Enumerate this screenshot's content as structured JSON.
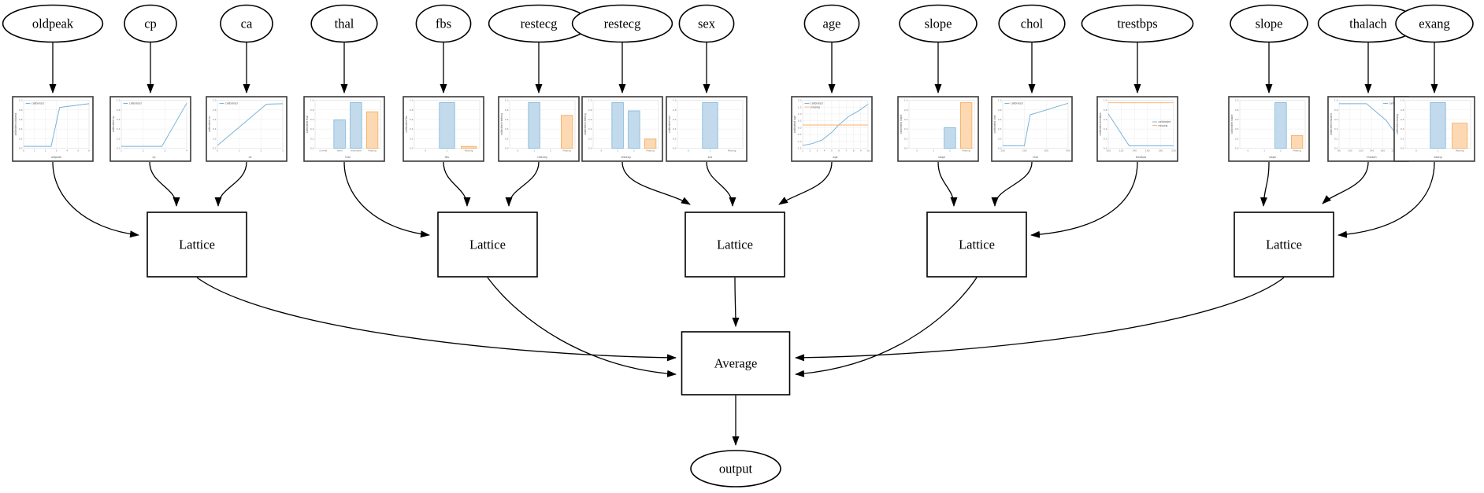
{
  "diagram": {
    "features": [
      "oldpeak",
      "cp",
      "ca",
      "thal",
      "fbs",
      "restecg",
      "restecg",
      "sex",
      "age",
      "slope",
      "chol",
      "trestbps",
      "slope",
      "thalach",
      "exang"
    ],
    "lattice_nodes": [
      "Lattice",
      "Lattice",
      "Lattice",
      "Lattice",
      "Lattice"
    ],
    "average_label": "Average",
    "output_label": "output"
  },
  "colors": {
    "calibrated_line": "#74b2d8",
    "missing_line": "#fcae6b",
    "bar_blue_fill": "#c3daec",
    "bar_blue_stroke": "#6baed6",
    "bar_orange_fill": "#fcd9b2",
    "bar_orange_stroke": "#f5a14f",
    "edge": "#000000",
    "node_fill": "#ffffff",
    "node_stroke": "#000000",
    "chart_border": "#3a3a3a",
    "grid": "#ebebeb",
    "tick_text": "#777777"
  },
  "chart_data": [
    {
      "feature": "oldpeak",
      "type": "line",
      "ylabel": "calibrated oldpeak",
      "xlabel": "oldpeak",
      "legend": [
        {
          "label": "calibrated",
          "color": "blue"
        }
      ],
      "legend_pos": "top-left",
      "xticks": [
        "0",
        "1",
        "2",
        "3",
        "4",
        "5",
        "6"
      ],
      "yticks": [
        "1.0",
        "0.8",
        "0.6",
        "0.4",
        "0.2",
        "0.0"
      ],
      "series": [
        {
          "name": "calibrated",
          "color": "blue",
          "points": [
            [
              0,
              0.04
            ],
            [
              0.42,
              0.04
            ],
            [
              0.55,
              0.88
            ],
            [
              1,
              0.96
            ]
          ]
        }
      ]
    },
    {
      "feature": "cp",
      "type": "line",
      "ylabel": "calibrated cp",
      "xlabel": "cp",
      "legend": [
        {
          "label": "calibrated",
          "color": "blue"
        }
      ],
      "legend_pos": "top-left",
      "xticks": [
        "1",
        "2",
        "3",
        "4"
      ],
      "yticks": [
        "1.0",
        "0.8",
        "0.6",
        "0.4",
        "0.2",
        "0.0"
      ],
      "series": [
        {
          "name": "calibrated",
          "color": "blue",
          "points": [
            [
              0,
              0.04
            ],
            [
              0.62,
              0.04
            ],
            [
              1,
              0.97
            ]
          ]
        }
      ]
    },
    {
      "feature": "ca",
      "type": "line",
      "ylabel": "calibrated ca",
      "xlabel": "ca",
      "legend": [
        {
          "label": "calibrated",
          "color": "blue"
        }
      ],
      "legend_pos": "top-left",
      "xticks": [
        "0",
        "1",
        "2",
        "3"
      ],
      "yticks": [
        "1.0",
        "0.8",
        "0.6",
        "0.4",
        "0.2",
        "0.0"
      ],
      "series": [
        {
          "name": "calibrated",
          "color": "blue",
          "points": [
            [
              0,
              0.06
            ],
            [
              0.75,
              0.95
            ],
            [
              1,
              0.96
            ]
          ]
        }
      ]
    },
    {
      "feature": "thal",
      "type": "bar",
      "ylabel": "calibrated thal",
      "xlabel": "thal",
      "categories": [
        "normal",
        "fixed",
        "reversible",
        "Missing"
      ],
      "values": [
        0,
        0.62,
        1.0,
        0.8
      ],
      "bar_colors": [
        "blue",
        "blue",
        "blue",
        "orange"
      ],
      "yticks": [
        "1.0",
        "0.8",
        "0.6",
        "0.4",
        "0.2",
        "0.0"
      ]
    },
    {
      "feature": "fbs",
      "type": "bar",
      "ylabel": "calibrated fbs",
      "xlabel": "fbs",
      "categories": [
        "0",
        "1",
        "Missing"
      ],
      "values": [
        0,
        1.0,
        0.04
      ],
      "bar_colors": [
        "blue",
        "blue",
        "orange"
      ],
      "yticks": [
        "1.0",
        "0.8",
        "0.6",
        "0.4",
        "0.2",
        "0.0"
      ]
    },
    {
      "feature": "restecg",
      "type": "bar",
      "ylabel": "calibrated restecg",
      "xlabel": "restecg",
      "categories": [
        "0",
        "1",
        "2",
        "Missing"
      ],
      "values": [
        0,
        1.0,
        0,
        0.72
      ],
      "bar_colors": [
        "blue",
        "blue",
        "blue",
        "orange"
      ],
      "yticks": [
        "1.0",
        "0.8",
        "0.6",
        "0.4",
        "0.2",
        "0.0"
      ]
    },
    {
      "feature": "restecg",
      "type": "bar",
      "ylabel": "calibrated restecg",
      "xlabel": "restecg",
      "categories": [
        "0",
        "1",
        "2",
        "Missing"
      ],
      "values": [
        0,
        1.0,
        0.82,
        0.2
      ],
      "bar_colors": [
        "blue",
        "blue",
        "blue",
        "orange"
      ],
      "yticks": [
        "1.0",
        "0.8",
        "0.6",
        "0.4",
        "0.2",
        "0.0"
      ]
    },
    {
      "feature": "sex",
      "type": "bar",
      "ylabel": "calibrated sex",
      "xlabel": "sex",
      "categories": [
        "0",
        "1",
        "Missing"
      ],
      "values": [
        0,
        1.0,
        0
      ],
      "bar_colors": [
        "blue",
        "blue",
        "orange"
      ],
      "yticks": [
        "1.0",
        "0.8",
        "0.6",
        "0.4",
        "0.2",
        "0.0"
      ]
    },
    {
      "feature": "age",
      "type": "line",
      "ylabel": "calibrated age",
      "xlabel": "age",
      "legend": [
        {
          "label": "calibrated",
          "color": "blue"
        },
        {
          "label": "missing",
          "color": "orange"
        }
      ],
      "legend_pos": "top-left",
      "xticks": [
        "1",
        "2",
        "3",
        "4",
        "5",
        "6",
        "7",
        "8",
        "9",
        "10"
      ],
      "yticks": [
        "2.0",
        "1.5",
        "1.0",
        "0.5",
        "0.0",
        "-0.5",
        "-1.0",
        "-1.5"
      ],
      "series": [
        {
          "name": "calibrated",
          "color": "blue",
          "points": [
            [
              0,
              0.06
            ],
            [
              0.15,
              0.1
            ],
            [
              0.3,
              0.18
            ],
            [
              0.45,
              0.35
            ],
            [
              0.55,
              0.5
            ],
            [
              0.7,
              0.68
            ],
            [
              0.85,
              0.8
            ],
            [
              1,
              0.95
            ]
          ]
        },
        {
          "name": "missing",
          "color": "orange",
          "points": [
            [
              0,
              0.5
            ],
            [
              1,
              0.5
            ]
          ]
        }
      ]
    },
    {
      "feature": "slope",
      "type": "bar",
      "ylabel": "calibrated slope",
      "xlabel": "slope",
      "categories": [
        "0",
        "1",
        "2",
        "Missing"
      ],
      "values": [
        0,
        0,
        0.45,
        1.0
      ],
      "bar_colors": [
        "blue",
        "blue",
        "blue",
        "orange"
      ],
      "yticks": [
        "1.0",
        "0.8",
        "0.6",
        "0.4",
        "0.2",
        "0.0"
      ]
    },
    {
      "feature": "chol",
      "type": "line",
      "ylabel": "calibrated chol",
      "xlabel": "chol",
      "legend": [
        {
          "label": "calibrated",
          "color": "blue"
        }
      ],
      "legend_pos": "top-left",
      "xticks": [
        "100",
        "200",
        "300",
        "400"
      ],
      "yticks": [
        "1.0",
        "0.8",
        "0.6",
        "0.4",
        "0.2",
        "0.0"
      ],
      "series": [
        {
          "name": "calibrated",
          "color": "blue",
          "points": [
            [
              0,
              0.05
            ],
            [
              0.33,
              0.05
            ],
            [
              0.42,
              0.72
            ],
            [
              1,
              0.97
            ]
          ]
        }
      ]
    },
    {
      "feature": "trestbps",
      "type": "line",
      "ylabel": "calibrated trestbps",
      "xlabel": "trestbps",
      "legend": [
        {
          "label": "calibrated",
          "color": "blue"
        },
        {
          "label": "missing",
          "color": "orange"
        }
      ],
      "legend_pos": "mid-right",
      "xticks": [
        "100",
        "120",
        "140",
        "160",
        "180",
        "200"
      ],
      "yticks": [
        "1.0",
        "0.8",
        "0.6",
        "0.4",
        "0.2",
        "0.0"
      ],
      "series": [
        {
          "name": "missing",
          "color": "orange",
          "points": [
            [
              0,
              0.98
            ],
            [
              1,
              0.98
            ]
          ]
        },
        {
          "name": "calibrated",
          "color": "blue",
          "points": [
            [
              0,
              0.74
            ],
            [
              0.32,
              0.05
            ],
            [
              1,
              0.05
            ]
          ]
        }
      ]
    },
    {
      "feature": "slope",
      "type": "bar",
      "ylabel": "calibrated slope",
      "xlabel": "slope",
      "categories": [
        "0",
        "1",
        "2",
        "Missing"
      ],
      "values": [
        0,
        0,
        1.0,
        0.28
      ],
      "bar_colors": [
        "blue",
        "blue",
        "blue",
        "orange"
      ],
      "yticks": [
        "1.0",
        "0.8",
        "0.6",
        "0.4",
        "0.2",
        "0.0"
      ]
    },
    {
      "feature": "thalach",
      "type": "line",
      "ylabel": "calibrated thalach",
      "xlabel": "thalach",
      "legend": [
        {
          "label": "calibrated",
          "color": "blue"
        }
      ],
      "legend_pos": "top-right",
      "xticks": [
        "80",
        "100",
        "120",
        "140",
        "160",
        "180",
        "200"
      ],
      "yticks": [
        "1.0",
        "0.8",
        "0.6",
        "0.4",
        "0.2",
        "0.0"
      ],
      "series": [
        {
          "name": "calibrated",
          "color": "blue",
          "points": [
            [
              0,
              0.96
            ],
            [
              0.42,
              0.96
            ],
            [
              0.72,
              0.6
            ],
            [
              1,
              0.05
            ]
          ]
        }
      ]
    },
    {
      "feature": "exang",
      "type": "bar",
      "ylabel": "calibrated exang",
      "xlabel": "exang",
      "categories": [
        "0",
        "1",
        "Missing"
      ],
      "values": [
        0,
        1.0,
        0.55
      ],
      "bar_colors": [
        "blue",
        "blue",
        "orange"
      ],
      "yticks": [
        "1.0",
        "0.8",
        "0.6",
        "0.4",
        "0.2",
        "0.0"
      ]
    }
  ]
}
